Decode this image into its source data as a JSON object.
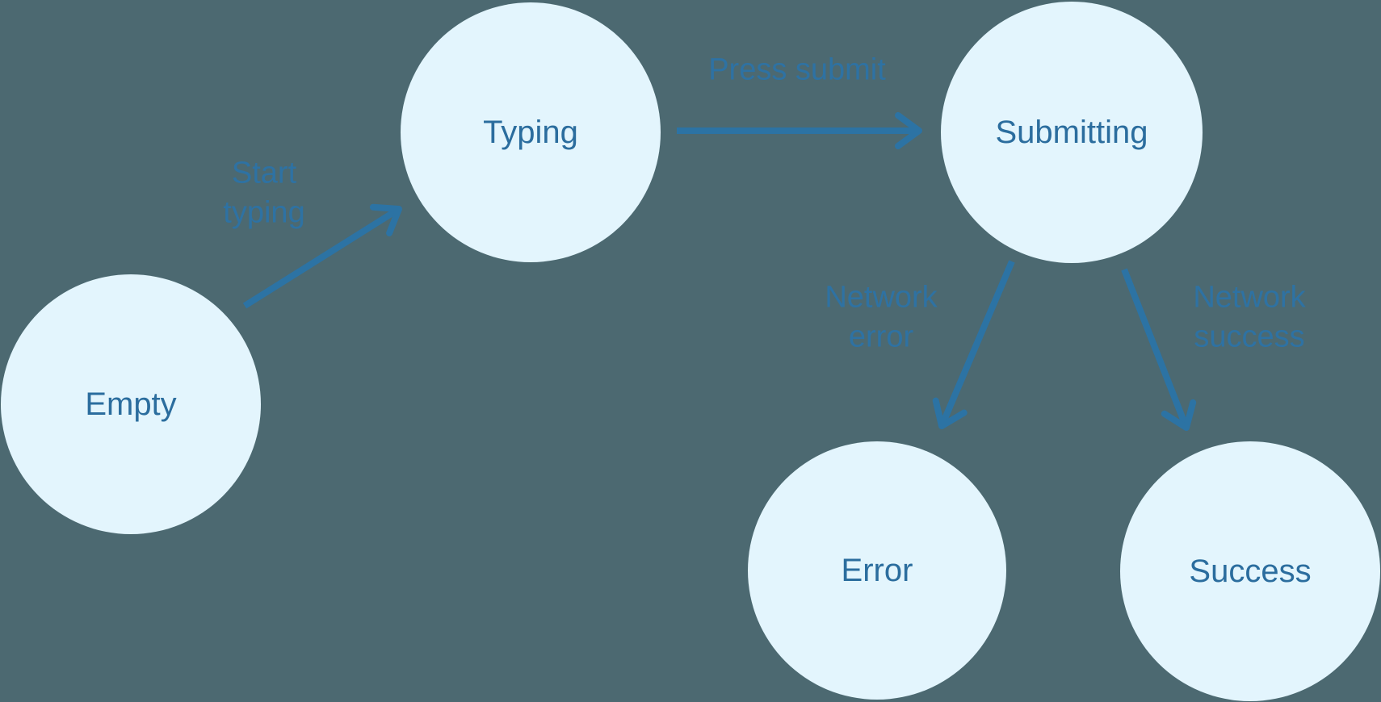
{
  "diagram": {
    "type": "state-machine",
    "colors": {
      "background": "#4C6971",
      "node_fill": "#E3F5FD",
      "node_text": "#2B6D9E",
      "arrow": "#2C73A4",
      "edge_label_text": "#2E72A3"
    },
    "nodes": [
      {
        "id": "empty",
        "label": "Empty"
      },
      {
        "id": "typing",
        "label": "Typing"
      },
      {
        "id": "submitting",
        "label": "Submitting"
      },
      {
        "id": "error",
        "label": "Error"
      },
      {
        "id": "success",
        "label": "Success"
      }
    ],
    "edges": [
      {
        "id": "empty-typing",
        "from": "empty",
        "to": "typing",
        "label": "Start typing"
      },
      {
        "id": "typing-submitting",
        "from": "typing",
        "to": "submitting",
        "label": "Press submit"
      },
      {
        "id": "submitting-error",
        "from": "submitting",
        "to": "error",
        "label": "Network error"
      },
      {
        "id": "submitting-success",
        "from": "submitting",
        "to": "success",
        "label": "Network success"
      }
    ]
  }
}
